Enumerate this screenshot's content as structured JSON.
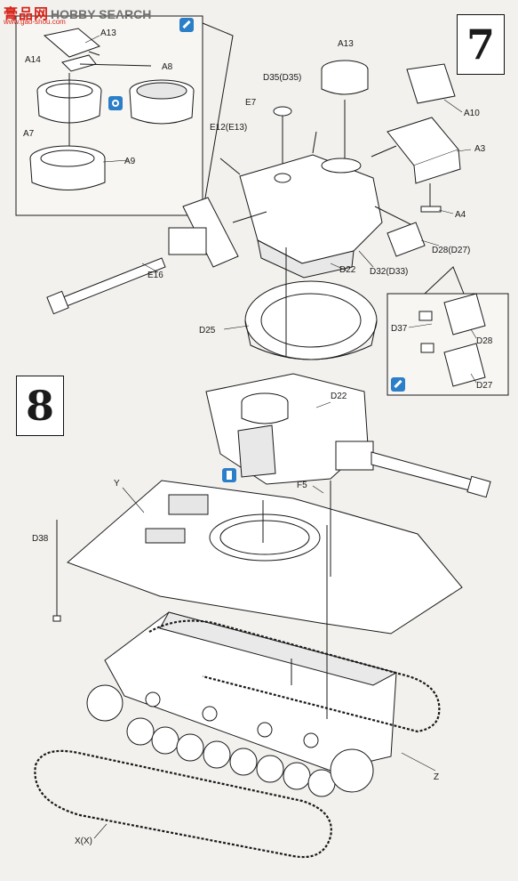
{
  "watermark": {
    "cn": "膏品网",
    "en": "HOBBY SEARCH",
    "url": "www.gao-shou.com"
  },
  "steps": {
    "seven": "7",
    "eight": "8"
  },
  "labels": {
    "a13_inset": "A13",
    "a14": "A14",
    "a8": "A8",
    "a7": "A7",
    "a9": "A9",
    "a13": "A13",
    "d35": "D35(D35)",
    "e7": "E7",
    "a10": "A10",
    "e12": "E12(E13)",
    "a3": "A3",
    "a4": "A4",
    "d28_d27": "D28(D27)",
    "d22_top": "D22",
    "d32": "D32(D33)",
    "e16": "E16",
    "d25": "D25",
    "d37": "D37",
    "d28": "D28",
    "d27": "D27",
    "d22_bottom": "D22",
    "y": "Y",
    "f5": "F5",
    "d38": "D38",
    "z": "Z",
    "x": "X(X)"
  },
  "colors": {
    "line": "#1a1a1a",
    "part": "#ffffff",
    "shade": "#d9d9d9",
    "badge": "#2b7fc8",
    "watermark": "#d8261c"
  },
  "icons": [
    "cement-icon",
    "option-parts-icon",
    "photo-etch-icon"
  ]
}
